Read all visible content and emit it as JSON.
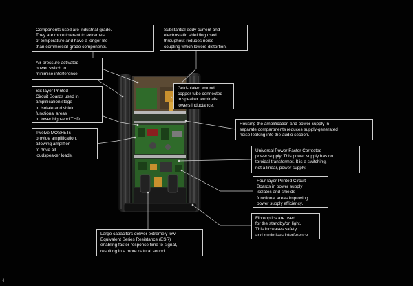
{
  "page_number": "4",
  "callouts": {
    "industrial": "Components used are industrial-grade.\nThey are more tolerant to extremes\nof temperature and have a longer life\nthan commercial-grade components.",
    "air_pressure": "Air-pressure activated\npower switch to\nminimise interference.",
    "six_layer": "Six-layer Printed\nCircuit Boards used in\namplification stage\nto isolate and shield\nfunctional areas\nto lower high-end THD.",
    "mosfets": "Twelve MOSFETs\nprovide amplification,\nallowing amplifier\nto drive all\nloudspeaker loads.",
    "eddy_current": "Substantial eddy current and\nelectrostatic shielding used\nthroughout reduces noise\ncoupling which lowers distortion.",
    "gold_plated": "Gold-plated wound\ncopper tube connected\nto speaker terminals\nlowers inductance.",
    "housing": "Housing the amplification and power supply in\nseparate compartments reduces supply-generated\nnoise leaking into the audio section.",
    "pfc": "Universal Power Factor Corrected\npower supply. This power supply has no\ntoroidal transformer. It is a switching,\nnot a linear, power supply.",
    "four_layer": "Four-layer Printed Circuit\nBoards in power supply\nisolates and shields\nfunctional areas improving\npower supply efficiency.",
    "fibreoptics": "Fibreoptics are used\nfor the standby/on light.\nThis increases safety\nand minimises interference.",
    "capacitors": "Large capacitors deliver extremely low\nEquivalent Series Resistance (ESR)\nenabling faster response time to signal,\nresulting in a more natural sound."
  },
  "colors": {
    "background": "#020202",
    "box_border": "#cfcfcf",
    "text": "#f2f2f2",
    "pcb_green": "#2f6b2a",
    "copper": "#c8902e",
    "chassis": "#1a1a1a"
  }
}
